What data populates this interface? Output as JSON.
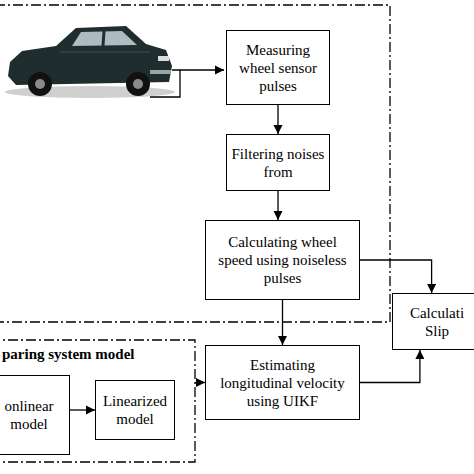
{
  "diagram": {
    "nodes": [
      {
        "text": [
          "Measuring wheel sensor pulses"
        ]
      },
      {
        "text": [
          "Filtering noises from"
        ]
      },
      {
        "text": [
          "Calculating wheel speed using noiseless pulses"
        ]
      },
      {
        "text": [
          "Calculati Slip"
        ]
      },
      {
        "text": [
          "paring system model"
        ]
      },
      {
        "text": [
          "onlinear model"
        ],
        "in": 4
      },
      {
        "text": [
          "Linearized model"
        ],
        "in": 4
      },
      {
        "text": [
          "Estimating longitudinal velocity using UIKF"
        ]
      }
    ],
    "edges": [
      {
        "from": 0,
        "to": 1,
        "arrow": "to"
      },
      {
        "from": 1,
        "to": 2,
        "arrow": "to"
      },
      {
        "from": 2,
        "to": 7,
        "arrow": "to"
      },
      {
        "from": 2,
        "to": 3,
        "arrow": "to"
      },
      {
        "from": 7,
        "to": 3,
        "arrow": "to"
      },
      {
        "from": 5,
        "to": 6,
        "arrow": "to"
      },
      {
        "from": 4,
        "to": 7,
        "arrow": "to"
      }
    ]
  }
}
